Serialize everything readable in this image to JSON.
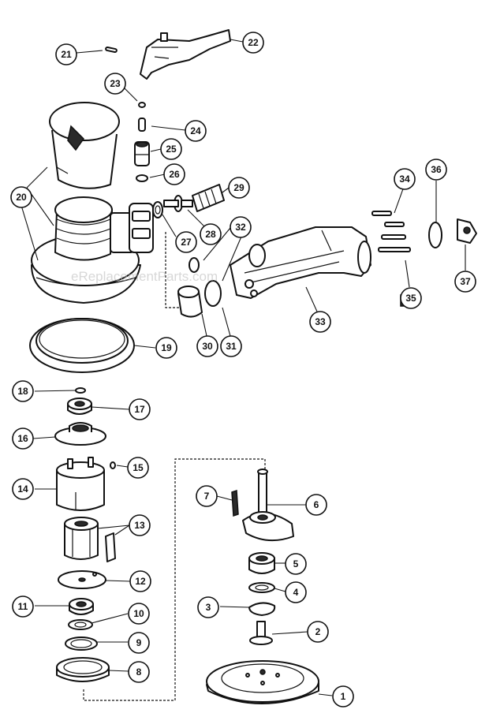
{
  "diagram": {
    "watermark": "eReplacementParts.com",
    "callouts": [
      {
        "id": "callout-1",
        "label": "1"
      },
      {
        "id": "callout-2",
        "label": "2"
      },
      {
        "id": "callout-3",
        "label": "3"
      },
      {
        "id": "callout-4",
        "label": "4"
      },
      {
        "id": "callout-5",
        "label": "5"
      },
      {
        "id": "callout-6",
        "label": "6"
      },
      {
        "id": "callout-7",
        "label": "7"
      },
      {
        "id": "callout-8",
        "label": "8"
      },
      {
        "id": "callout-9",
        "label": "9"
      },
      {
        "id": "callout-10",
        "label": "10"
      },
      {
        "id": "callout-11",
        "label": "11"
      },
      {
        "id": "callout-12",
        "label": "12"
      },
      {
        "id": "callout-13",
        "label": "13"
      },
      {
        "id": "callout-14",
        "label": "14"
      },
      {
        "id": "callout-15",
        "label": "15"
      },
      {
        "id": "callout-16",
        "label": "16"
      },
      {
        "id": "callout-17",
        "label": "17"
      },
      {
        "id": "callout-18",
        "label": "18"
      },
      {
        "id": "callout-19",
        "label": "19"
      },
      {
        "id": "callout-20",
        "label": "20"
      },
      {
        "id": "callout-21",
        "label": "21"
      },
      {
        "id": "callout-22",
        "label": "22"
      },
      {
        "id": "callout-23",
        "label": "23"
      },
      {
        "id": "callout-24",
        "label": "24"
      },
      {
        "id": "callout-25",
        "label": "25"
      },
      {
        "id": "callout-26",
        "label": "26"
      },
      {
        "id": "callout-27",
        "label": "27"
      },
      {
        "id": "callout-28",
        "label": "28"
      },
      {
        "id": "callout-29",
        "label": "29"
      },
      {
        "id": "callout-30",
        "label": "30"
      },
      {
        "id": "callout-31",
        "label": "31"
      },
      {
        "id": "callout-32",
        "label": "32"
      },
      {
        "id": "callout-33",
        "label": "33"
      },
      {
        "id": "callout-34",
        "label": "34"
      },
      {
        "id": "callout-35",
        "label": "35"
      },
      {
        "id": "callout-36",
        "label": "36"
      },
      {
        "id": "callout-37",
        "label": "37"
      }
    ]
  }
}
